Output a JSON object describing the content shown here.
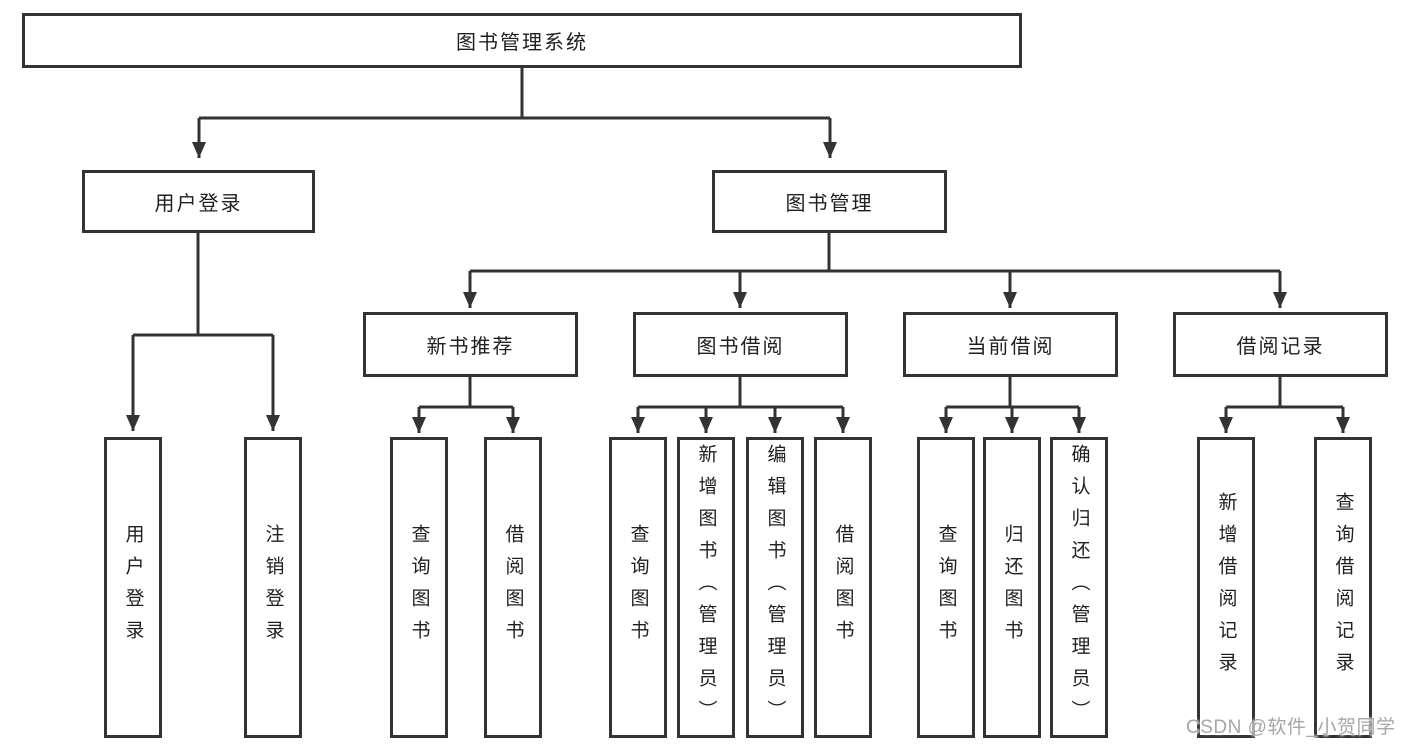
{
  "colors": {
    "background": "#ffffff",
    "line": "#333333",
    "box_border": "#333333",
    "text": "#1f1f1f",
    "watermark": "#a6a6a6"
  },
  "tree": {
    "root": {
      "label": "图书管理系统"
    },
    "branches": [
      {
        "label": "用户登录",
        "children": [
          {
            "label": "用户登录"
          },
          {
            "label": "注销登录"
          }
        ]
      },
      {
        "label": "图书管理",
        "children": [
          {
            "label": "新书推荐",
            "children": [
              {
                "label": "查询图书"
              },
              {
                "label": "借阅图书"
              }
            ]
          },
          {
            "label": "图书借阅",
            "children": [
              {
                "label": "查询图书"
              },
              {
                "label": "新增图书（管理员）"
              },
              {
                "label": "编辑图书（管理员）"
              },
              {
                "label": "借阅图书"
              }
            ]
          },
          {
            "label": "当前借阅",
            "children": [
              {
                "label": "查询图书"
              },
              {
                "label": "归还图书"
              },
              {
                "label": "确认归还（管理员）"
              }
            ]
          },
          {
            "label": "借阅记录",
            "children": [
              {
                "label": "新增借阅记录"
              },
              {
                "label": "查询借阅记录"
              }
            ]
          }
        ]
      }
    ]
  },
  "watermark": {
    "text": "CSDN @软件_小贺同学"
  }
}
